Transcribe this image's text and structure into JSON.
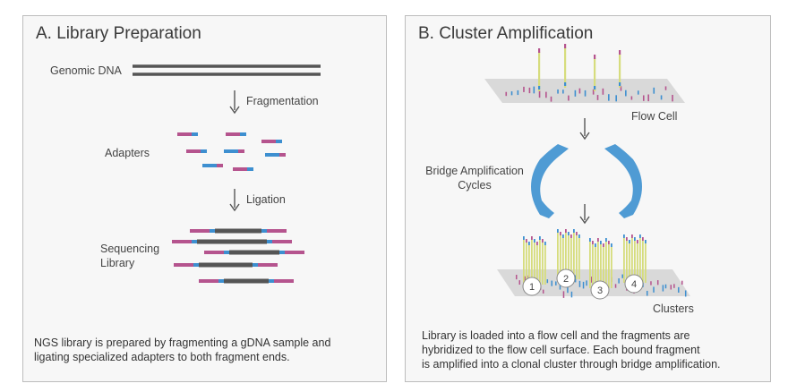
{
  "panel_a": {
    "title": "A. Library Preparation",
    "labels": {
      "genomic_dna": "Genomic DNA",
      "fragmentation": "Fragmentation",
      "adapters": "Adapters",
      "ligation": "Ligation",
      "sequencing_library": [
        "Sequencing",
        "Library"
      ]
    },
    "caption": [
      "NGS library is prepared by fragmenting a gDNA sample and",
      "ligating specialized adapters to both fragment ends."
    ]
  },
  "panel_b": {
    "title": "B. Cluster Amplification",
    "labels": {
      "flow_cell": "Flow Cell",
      "bridge_amplification": [
        "Bridge Amplification",
        "Cycles"
      ],
      "clusters": "Clusters"
    },
    "cluster_numbers": [
      "1",
      "2",
      "3",
      "4"
    ],
    "caption": [
      "Library is loaded into a flow cell and the fragments are",
      "hybridized to the flow cell surface. Each bound fragment",
      "is amplified into a clonal cluster through bridge amplification."
    ]
  },
  "colors": {
    "panel_bg": "#f7f7f7",
    "panel_border": "#bdbdbd",
    "dna": "#555555",
    "adapter_pink": "#b5548e",
    "adapter_blue": "#3d8fd0",
    "strand_yellow": "#d6dc7d",
    "flow_cell": "#d9d9d9",
    "cycle_arrow": "#4f9bd4"
  },
  "icons": [
    "down-arrow-icon",
    "bridge-cycle-arrow-icon"
  ]
}
